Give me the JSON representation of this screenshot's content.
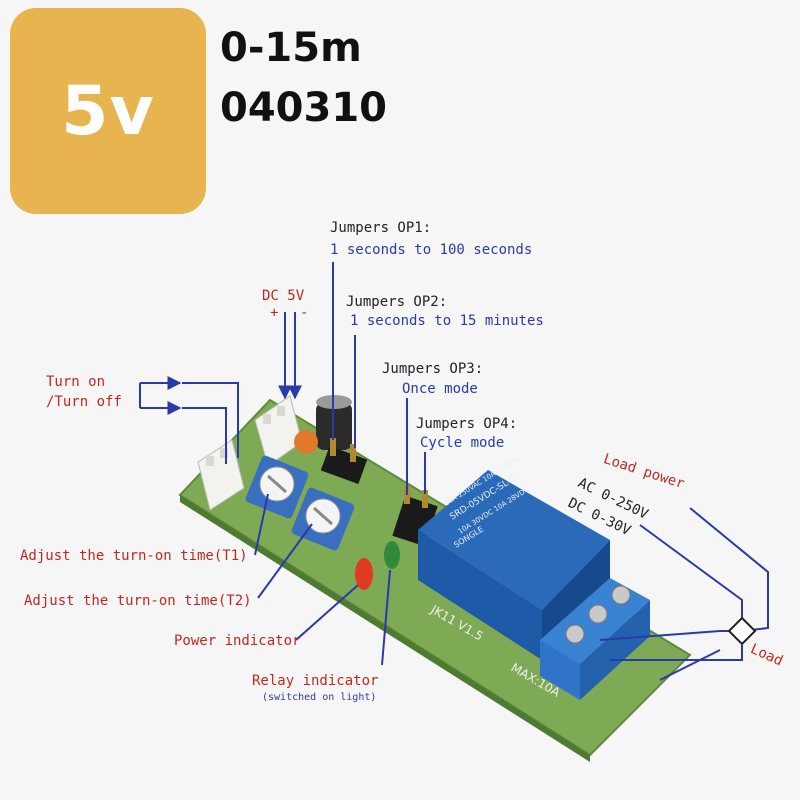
{
  "badge": {
    "voltage": "5v"
  },
  "spec": {
    "range": "0-15m",
    "model": "040310"
  },
  "labels": {
    "jumper_op1_title": "Jumpers OP1:",
    "jumper_op1_desc": "1 seconds to 100 seconds",
    "jumper_op2_title": "Jumpers OP2:",
    "jumper_op2_desc": "1 seconds to 15 minutes",
    "jumper_op3_title": "Jumpers OP3:",
    "jumper_op3_desc": "Once mode",
    "jumper_op4_title": "Jumpers OP4:",
    "jumper_op4_desc": "Cycle mode",
    "dc_input": "DC 5V",
    "dc_plus": "+",
    "dc_minus": "-",
    "turn_on": "Turn on",
    "turn_off": "/Turn off",
    "adjust_t1": "Adjust the turn-on time(T1)",
    "adjust_t2": "Adjust the turn-on time(T2)",
    "power_indicator": "Power indicator",
    "relay_indicator": "Relay indicator",
    "relay_indicator_note": "(switched on light)",
    "load_power": "Load power",
    "ac_range": "AC 0-250V",
    "dc_range": "DC 0-30V",
    "load": "Load"
  },
  "board": {
    "silkscreen": "JK11 V1.5",
    "max_current": "MAX:10A",
    "relay_brand": "SONGLE",
    "relay_model": "SRD-05VDC-SL-C",
    "relay_rating_1": "10A 250VAC 10A 125VAC",
    "relay_rating_2": "10A 30VDC 10A 28VDC"
  },
  "colors": {
    "badge": "#e8b450",
    "callout_red": "#c4271f",
    "callout_blue": "#2a3aa8",
    "pcb": "#7faa55",
    "relay": "#1f5aa8",
    "terminal": "#2f74c8"
  }
}
